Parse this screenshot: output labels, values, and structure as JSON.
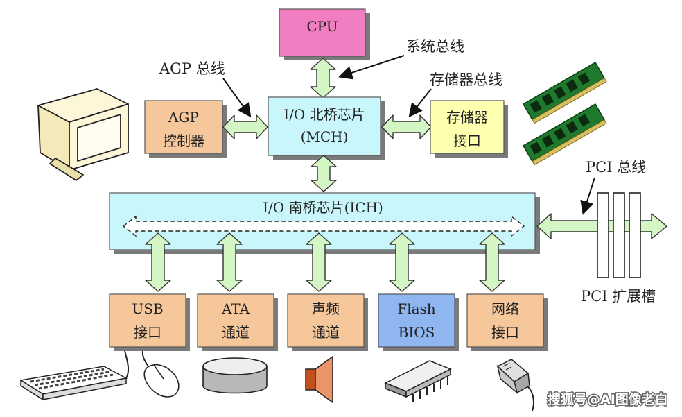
{
  "labels": {
    "cpu": "CPU",
    "system_bus": "系统总线",
    "agp_bus": "AGP 总线",
    "memory_bus": "存储器总线",
    "agp_line1": "AGP",
    "agp_line2": "控制器",
    "mch_line1": "I/O 北桥芯片",
    "mch_line2": "(MCH)",
    "mem_line1": "存储器",
    "mem_line2": "接口",
    "ich": "I/O 南桥芯片(ICH)",
    "pci_bus": "PCI 总线",
    "pci_slot": "PCI 扩展槽",
    "usb_line1": "USB",
    "usb_line2": "接口",
    "ata_line1": "ATA",
    "ata_line2": "通道",
    "audio_line1": "声频",
    "audio_line2": "通道",
    "flash_line1": "Flash",
    "flash_line2": "BIOS",
    "net_line1": "网络",
    "net_line2": "接口",
    "watermark": "搜狐号@AI图像老白"
  },
  "colors": {
    "cpu": "#f07ec0",
    "chip": "#c8f6fa",
    "peripheral": "#f5c79a",
    "memory": "#ffffb0",
    "flash": "#8fb6f0",
    "arrow": "#d4f5c4"
  },
  "icons": [
    "monitor-icon",
    "memory-stick-icon",
    "keyboard-icon",
    "mouse-icon",
    "disk-icon",
    "speaker-icon",
    "flash-chip-icon",
    "network-plug-icon"
  ]
}
